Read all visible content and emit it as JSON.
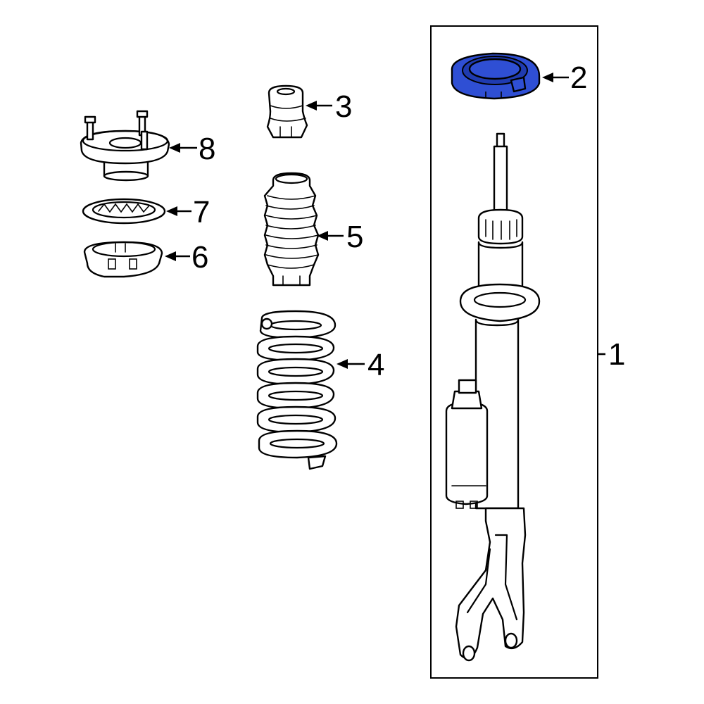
{
  "highlight_color": "#2f4fd4",
  "callouts": [
    {
      "id": "1",
      "label": "1"
    },
    {
      "id": "2",
      "label": "2"
    },
    {
      "id": "3",
      "label": "3"
    },
    {
      "id": "4",
      "label": "4"
    },
    {
      "id": "5",
      "label": "5"
    },
    {
      "id": "6",
      "label": "6"
    },
    {
      "id": "7",
      "label": "7"
    },
    {
      "id": "8",
      "label": "8"
    }
  ],
  "highlighted_part": "2"
}
